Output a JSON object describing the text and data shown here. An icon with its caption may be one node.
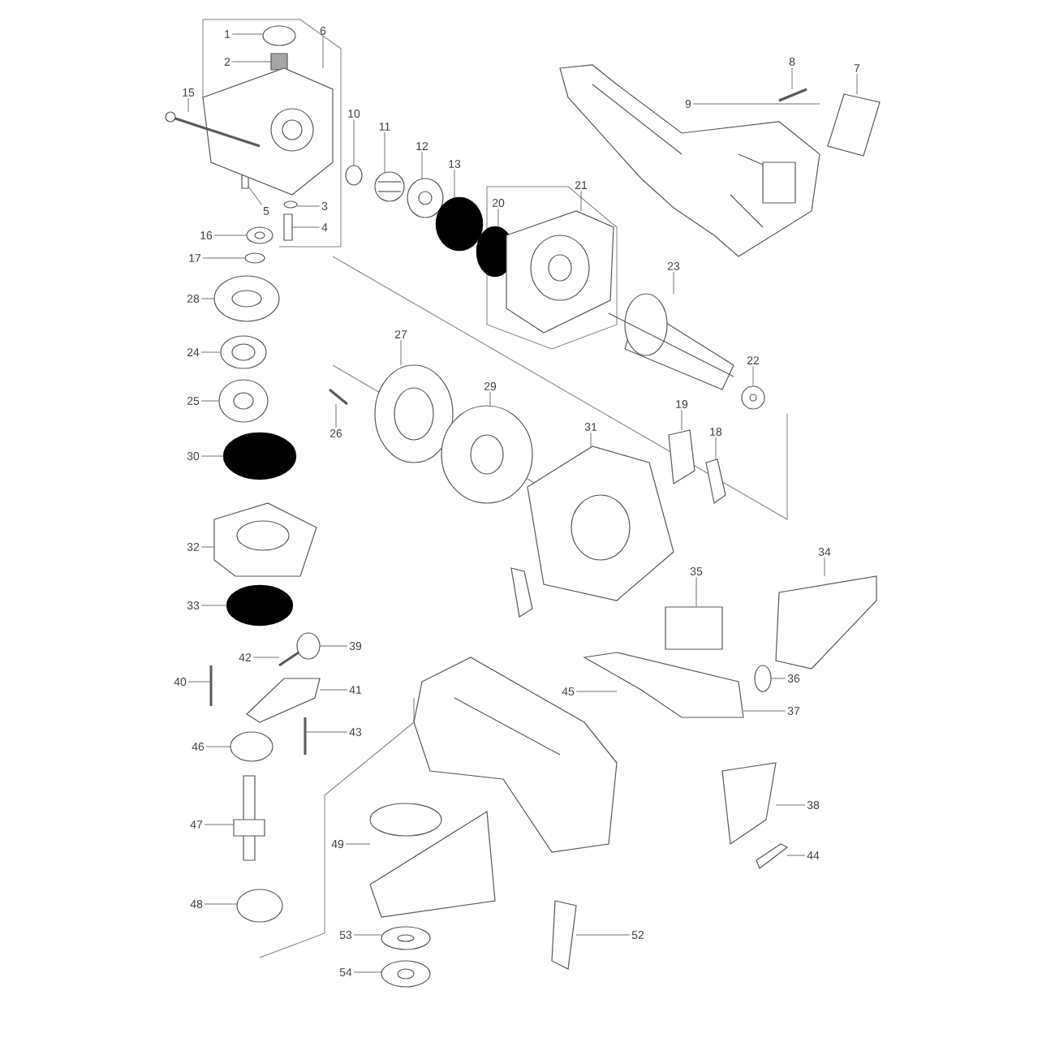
{
  "diagram": {
    "nodes": [
      {
        "text": [
          "1"
        ]
      },
      {
        "text": [
          "2"
        ]
      },
      {
        "text": [
          "3"
        ]
      },
      {
        "text": [
          "4"
        ]
      },
      {
        "text": [
          "5"
        ]
      },
      {
        "text": [
          "6"
        ]
      },
      {
        "text": [
          "7"
        ]
      },
      {
        "text": [
          "8"
        ]
      },
      {
        "text": [
          "9"
        ]
      },
      {
        "text": [
          "10"
        ]
      },
      {
        "text": [
          "11"
        ]
      },
      {
        "text": [
          "12"
        ]
      },
      {
        "text": [
          "13"
        ]
      },
      {
        "text": [
          "15"
        ]
      },
      {
        "text": [
          "16"
        ]
      },
      {
        "text": [
          "17"
        ]
      },
      {
        "text": [
          "18"
        ]
      },
      {
        "text": [
          "19"
        ]
      },
      {
        "text": [
          "20"
        ]
      },
      {
        "text": [
          "21"
        ]
      },
      {
        "text": [
          "22"
        ]
      },
      {
        "text": [
          "23"
        ]
      },
      {
        "text": [
          "24"
        ]
      },
      {
        "text": [
          "25"
        ]
      },
      {
        "text": [
          "26"
        ]
      },
      {
        "text": [
          "27"
        ]
      },
      {
        "text": [
          "28"
        ]
      },
      {
        "text": [
          "29"
        ]
      },
      {
        "text": [
          "30"
        ]
      },
      {
        "text": [
          "31"
        ]
      },
      {
        "text": [
          "32"
        ]
      },
      {
        "text": [
          "33"
        ]
      },
      {
        "text": [
          "34"
        ]
      },
      {
        "text": [
          "35"
        ]
      },
      {
        "text": [
          "36"
        ]
      },
      {
        "text": [
          "37"
        ]
      },
      {
        "text": [
          "38"
        ]
      },
      {
        "text": [
          "39"
        ]
      },
      {
        "text": [
          "40"
        ]
      },
      {
        "text": [
          "41"
        ]
      },
      {
        "text": [
          "42"
        ]
      },
      {
        "text": [
          "43"
        ]
      },
      {
        "text": [
          "44"
        ]
      },
      {
        "text": [
          "45"
        ]
      },
      {
        "text": [
          "46"
        ]
      },
      {
        "text": [
          "47"
        ]
      },
      {
        "text": [
          "48"
        ]
      },
      {
        "text": [
          "49"
        ]
      },
      {
        "text": [
          "52"
        ]
      },
      {
        "text": [
          "53"
        ]
      },
      {
        "text": [
          "54"
        ]
      },
      {
        "text": [],
        "shape": "circle"
      },
      {
        "text": [],
        "shape": "box"
      },
      {
        "text": [],
        "shape": "circle"
      },
      {
        "text": [],
        "shape": "picture"
      },
      {
        "text": [],
        "shape": "box"
      },
      {
        "text": [],
        "shape": "picture"
      },
      {
        "text": [],
        "shape": "picture"
      },
      {
        "text": [],
        "shape": "picture"
      },
      {
        "text": [],
        "shape": "picture"
      },
      {
        "text": [],
        "shape": "circle"
      },
      {
        "text": [],
        "shape": "picture"
      },
      {
        "text": [],
        "shape": "picture"
      },
      {
        "text": [],
        "shape": "circle"
      },
      {
        "text": [],
        "shape": "picture"
      },
      {
        "text": [],
        "shape": "picture"
      },
      {
        "text": [],
        "shape": "circle"
      },
      {
        "text": [],
        "shape": "picture"
      },
      {
        "text": [],
        "shape": "picture"
      },
      {
        "text": [],
        "shape": "circle"
      },
      {
        "text": [],
        "shape": "picture"
      },
      {
        "text": [],
        "shape": "picture"
      },
      {
        "text": [],
        "shape": "picture"
      },
      {
        "text": [],
        "shape": "picture"
      },
      {
        "text": [],
        "shape": "picture"
      },
      {
        "text": [],
        "shape": "picture"
      },
      {
        "text": [],
        "shape": "picture"
      },
      {
        "text": [],
        "shape": "picture"
      },
      {
        "text": [],
        "shape": "picture"
      },
      {
        "text": [],
        "shape": "circle"
      },
      {
        "text": [],
        "shape": "picture"
      },
      {
        "text": [],
        "shape": "picture"
      },
      {
        "text": [],
        "shape": "circle"
      },
      {
        "text": [],
        "shape": "picture"
      },
      {
        "text": [],
        "shape": "box"
      },
      {
        "text": [],
        "shape": "picture"
      },
      {
        "text": [],
        "shape": "picture"
      },
      {
        "text": [],
        "shape": "picture"
      },
      {
        "text": [],
        "shape": "picture"
      },
      {
        "text": [],
        "shape": "picture"
      },
      {
        "text": [],
        "shape": "picture"
      },
      {
        "text": [],
        "shape": "picture"
      },
      {
        "text": [],
        "shape": "picture"
      },
      {
        "text": [],
        "shape": "picture"
      },
      {
        "text": [],
        "shape": "picture"
      },
      {
        "text": [],
        "shape": "circle"
      },
      {
        "text": [],
        "shape": "picture"
      },
      {
        "text": [],
        "shape": "circle"
      },
      {
        "text": [],
        "shape": "picture"
      },
      {
        "text": [],
        "shape": "picture"
      },
      {
        "text": [],
        "shape": "picture"
      },
      {
        "text": [],
        "shape": "picture"
      }
    ],
    "edges": [
      {
        "from": 0,
        "to": 51,
        "arrow": "none"
      },
      {
        "from": 1,
        "to": 52,
        "arrow": "none"
      },
      {
        "from": 2,
        "to": 53,
        "arrow": "none"
      },
      {
        "from": 3,
        "to": 54,
        "arrow": "none"
      },
      {
        "from": 4,
        "to": 55,
        "arrow": "none"
      },
      {
        "from": 5,
        "to": 56,
        "arrow": "none"
      },
      {
        "from": 6,
        "to": 57,
        "arrow": "none"
      },
      {
        "from": 7,
        "to": 58,
        "arrow": "none"
      },
      {
        "from": 8,
        "to": 59,
        "arrow": "none"
      },
      {
        "from": 9,
        "to": 60,
        "arrow": "none"
      },
      {
        "from": 10,
        "to": 61,
        "arrow": "none"
      },
      {
        "from": 11,
        "to": 62,
        "arrow": "none"
      },
      {
        "from": 12,
        "to": 63,
        "arrow": "none"
      },
      {
        "from": 13,
        "to": 64,
        "arrow": "none"
      },
      {
        "from": 14,
        "to": 65,
        "arrow": "none"
      },
      {
        "from": 15,
        "to": 66,
        "arrow": "none"
      },
      {
        "from": 16,
        "to": 67,
        "arrow": "none"
      },
      {
        "from": 17,
        "to": 68,
        "arrow": "none"
      },
      {
        "from": 18,
        "to": 69,
        "arrow": "none"
      },
      {
        "from": 19,
        "to": 70,
        "arrow": "none"
      },
      {
        "from": 20,
        "to": 71,
        "arrow": "none"
      },
      {
        "from": 21,
        "to": 72,
        "arrow": "none"
      },
      {
        "from": 22,
        "to": 73,
        "arrow": "none"
      },
      {
        "from": 23,
        "to": 74,
        "arrow": "none"
      },
      {
        "from": 24,
        "to": 75,
        "arrow": "none"
      },
      {
        "from": 25,
        "to": 76,
        "arrow": "none"
      },
      {
        "from": 26,
        "to": 77,
        "arrow": "none"
      },
      {
        "from": 27,
        "to": 78,
        "arrow": "none"
      },
      {
        "from": 28,
        "to": 79,
        "arrow": "none"
      },
      {
        "from": 29,
        "to": 80,
        "arrow": "none"
      },
      {
        "from": 30,
        "to": 81,
        "arrow": "none"
      },
      {
        "from": 31,
        "to": 82,
        "arrow": "none"
      },
      {
        "from": 32,
        "to": 83,
        "arrow": "none"
      },
      {
        "from": 33,
        "to": 84,
        "arrow": "none"
      },
      {
        "from": 34,
        "to": 85,
        "arrow": "none"
      },
      {
        "from": 35,
        "to": 86,
        "arrow": "none"
      },
      {
        "from": 36,
        "to": 87,
        "arrow": "none"
      },
      {
        "from": 37,
        "to": 88,
        "arrow": "none"
      },
      {
        "from": 38,
        "to": 89,
        "arrow": "none"
      },
      {
        "from": 39,
        "to": 90,
        "arrow": "none"
      },
      {
        "from": 40,
        "to": 91,
        "arrow": "none"
      },
      {
        "from": 41,
        "to": 92,
        "arrow": "none"
      },
      {
        "from": 42,
        "to": 93,
        "arrow": "none"
      },
      {
        "from": 43,
        "to": 94,
        "arrow": "none"
      },
      {
        "from": 44,
        "to": 95,
        "arrow": "none"
      },
      {
        "from": 45,
        "to": 96,
        "arrow": "none"
      },
      {
        "from": 46,
        "to": 97,
        "arrow": "none"
      },
      {
        "from": 47,
        "to": 98,
        "arrow": "none"
      },
      {
        "from": 48,
        "to": 99,
        "arrow": "none"
      },
      {
        "from": 49,
        "to": 100,
        "arrow": "none"
      },
      {
        "from": 50,
        "to": 101,
        "arrow": "none"
      }
    ]
  }
}
